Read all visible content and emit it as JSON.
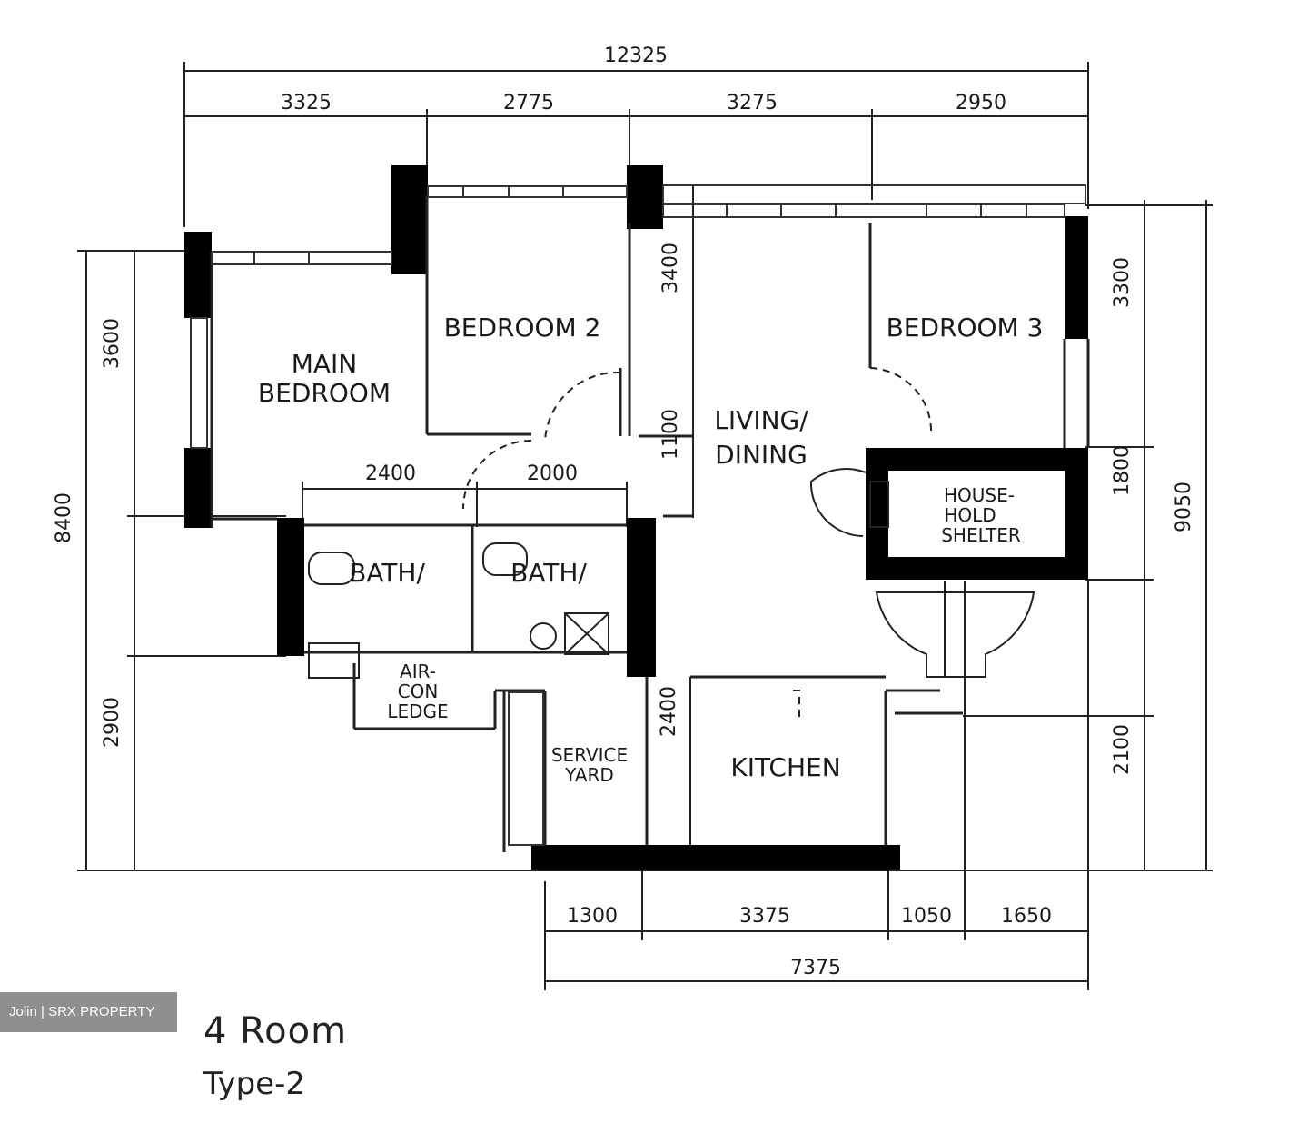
{
  "plan": {
    "rooms": {
      "main_bedroom": [
        "MAIN",
        "BEDROOM"
      ],
      "bedroom_2": "BEDROOM  2",
      "bedroom_3": "BEDROOM  3",
      "living_dining": [
        "LIVING/",
        "DINING"
      ],
      "household_shelter": [
        "HOUSE-",
        "HOLD",
        "SHELTER"
      ],
      "bath_1": "BATH/",
      "bath_2": "BATH/",
      "aircon_ledge": [
        "AIR-",
        "CON",
        "LEDGE"
      ],
      "service_yard": [
        "SERVICE",
        "YARD"
      ],
      "kitchen": "KITCHEN"
    },
    "dimensions": {
      "top_overall": "12325",
      "top_segments": [
        "3325",
        "2775",
        "3275",
        "2950"
      ],
      "bath_row": [
        "2400",
        "2000"
      ],
      "bottom_segments": [
        "1300",
        "3375",
        "1050",
        "1650"
      ],
      "bottom_overall": "7375",
      "left_overall": "8400",
      "left_segments": [
        "3600",
        "2900"
      ],
      "interior_vertical": [
        "3400",
        "1100",
        "2400"
      ],
      "right_segments": [
        "3300",
        "1800",
        "2100"
      ],
      "right_overall": "9050"
    }
  },
  "watermark": "Jolin | SRX PROPERTY",
  "caption": {
    "title": "4 Room",
    "subtitle": "Type-2"
  }
}
